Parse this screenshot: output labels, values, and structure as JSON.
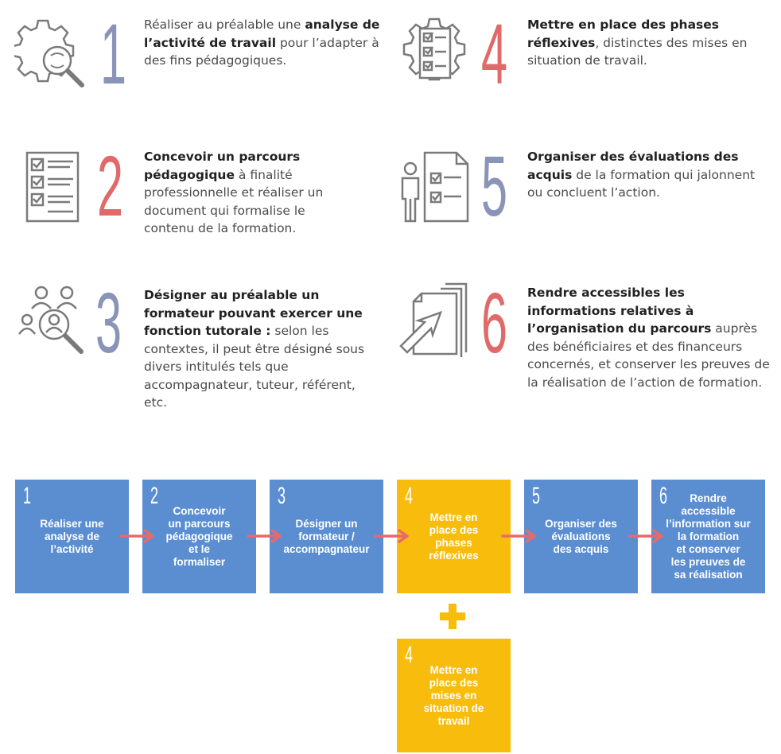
{
  "steps": [
    {
      "number": "1",
      "pre": "Réaliser au préalable une ",
      "bold": "analyse de l’activité de travail",
      "post": " pour l’adapter à des fins pédagogiques."
    },
    {
      "number": "2",
      "pre": "",
      "bold": "Concevoir un parcours pédagogique",
      "post": " à finalité professionnelle et réaliser un document qui formalise le contenu de la formation."
    },
    {
      "number": "3",
      "pre": "",
      "bold": "Désigner au préalable un formateur pouvant exercer une fonction tutorale :",
      "post": " selon les contextes, il peut être désigné sous divers intitulés tels que accompagnateur, tuteur, référent, etc."
    },
    {
      "number": "4",
      "pre": "",
      "bold": "Mettre en place des phases réflexives",
      "post": ", distinctes des mises en situation de travail."
    },
    {
      "number": "5",
      "pre": "",
      "bold": "Organiser des évaluations des acquis",
      "post": " de la formation qui jalonnent ou concluent l’action."
    },
    {
      "number": "6",
      "pre": "",
      "bold": "Rendre accessibles les informations relatives à l’organisation du parcours",
      "post": " auprès des bénéficiaires et des financeurs concernés, et conserver les preuves de la réalisation de l’action de formation."
    }
  ],
  "flow": [
    {
      "number": "1",
      "label": "Réaliser une\nanalyse de\nl’activité",
      "color": "#5b8ed1"
    },
    {
      "number": "2",
      "label": "Concevoir\nun parcours\npédagogique\net le\nformaliser",
      "color": "#5b8ed1"
    },
    {
      "number": "3",
      "label": "Désigner un\nformateur /\naccompagnateur",
      "color": "#5b8ed1"
    },
    {
      "number": "4",
      "label": "Mettre en\nplace des\nphases\nréflexives",
      "color": "#f8bd0c"
    },
    {
      "number": "5",
      "label": "Organiser des\névaluations\ndes acquis",
      "color": "#5b8ed1"
    },
    {
      "number": "6",
      "label": "Rendre\naccessible\nl’information sur\nla formation\net conserver\nles preuves de\nsa réalisation",
      "color": "#5b8ed1"
    }
  ],
  "extra": {
    "number": "4",
    "label": "Mettre en\nplace des\nmises en\nsituation de\ntravail",
    "color": "#f8bd0c"
  },
  "colors": {
    "arrow": "#e8696b",
    "plus": "#f8bd0c",
    "icon": "#7a7a7a"
  }
}
